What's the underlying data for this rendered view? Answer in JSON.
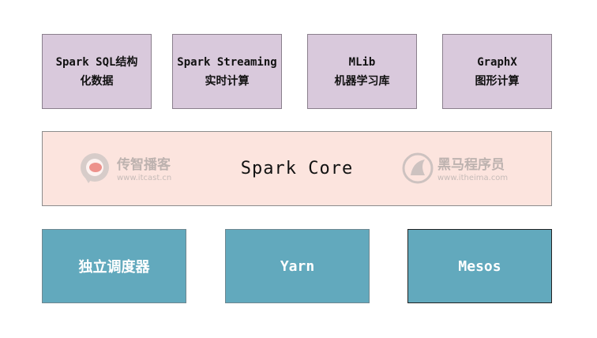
{
  "top_row": [
    {
      "line1": "Spark SQL结构",
      "line2": "化数据"
    },
    {
      "line1": "Spark Streaming",
      "line2": "实时计算"
    },
    {
      "line1": "MLib",
      "line2": "机器学习库"
    },
    {
      "line1": "GraphX",
      "line2": "图形计算"
    }
  ],
  "core": {
    "label": "Spark Core"
  },
  "watermarks": [
    {
      "brand": "传智播客",
      "url": "www.itcast.cn",
      "icon": "itcast-logo-icon"
    },
    {
      "brand": "黑马程序员",
      "url": "www.itheima.com",
      "icon": "itheima-logo-icon"
    }
  ],
  "bottom_row": [
    {
      "label": "独立调度器"
    },
    {
      "label": "Yarn"
    },
    {
      "label": "Mesos"
    }
  ]
}
